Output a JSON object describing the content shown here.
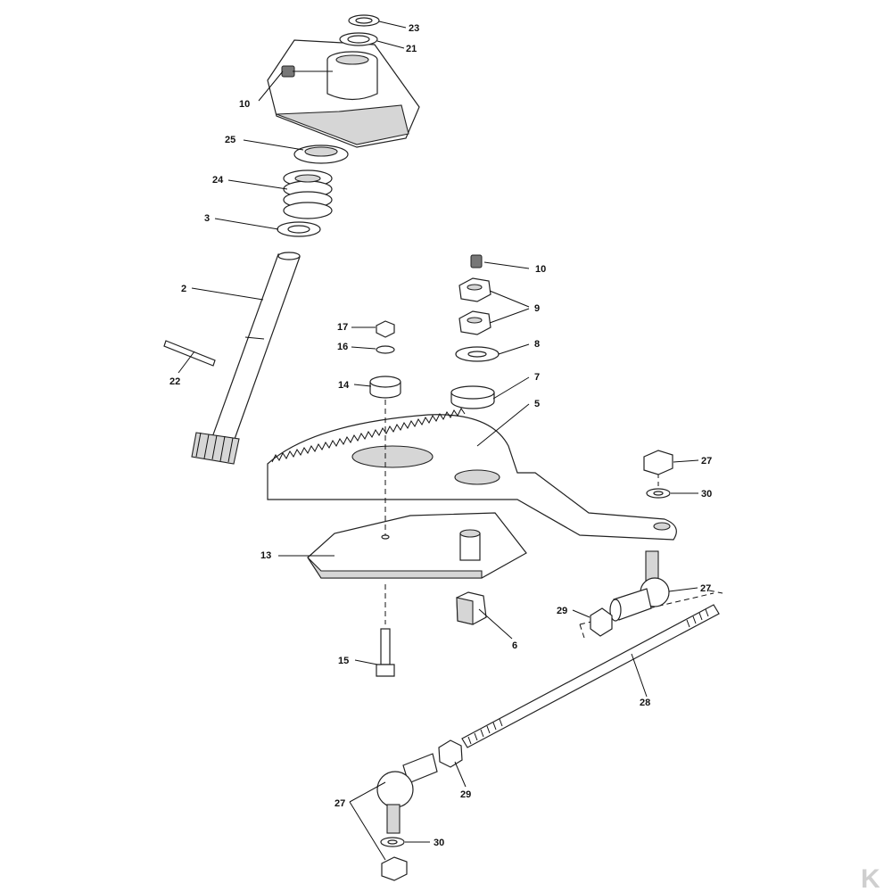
{
  "diagram": {
    "parts": [
      {
        "id": "p23",
        "number": "23"
      },
      {
        "id": "p21",
        "number": "21"
      },
      {
        "id": "p10a",
        "number": "10"
      },
      {
        "id": "p25",
        "number": "25"
      },
      {
        "id": "p24",
        "number": "24"
      },
      {
        "id": "p3",
        "number": "3"
      },
      {
        "id": "p2",
        "number": "2"
      },
      {
        "id": "p22",
        "number": "22"
      },
      {
        "id": "p10b",
        "number": "10"
      },
      {
        "id": "p9",
        "number": "9"
      },
      {
        "id": "p8",
        "number": "8"
      },
      {
        "id": "p7",
        "number": "7"
      },
      {
        "id": "p5",
        "number": "5"
      },
      {
        "id": "p17",
        "number": "17"
      },
      {
        "id": "p16",
        "number": "16"
      },
      {
        "id": "p14",
        "number": "14"
      },
      {
        "id": "p27a",
        "number": "27"
      },
      {
        "id": "p30a",
        "number": "30"
      },
      {
        "id": "p13",
        "number": "13"
      },
      {
        "id": "p6",
        "number": "6"
      },
      {
        "id": "p27b",
        "number": "27"
      },
      {
        "id": "p29a",
        "number": "29"
      },
      {
        "id": "p15",
        "number": "15"
      },
      {
        "id": "p28",
        "number": "28"
      },
      {
        "id": "p29b",
        "number": "29"
      },
      {
        "id": "p27c",
        "number": "27"
      },
      {
        "id": "p30b",
        "number": "30"
      }
    ],
    "watermark": "K"
  }
}
